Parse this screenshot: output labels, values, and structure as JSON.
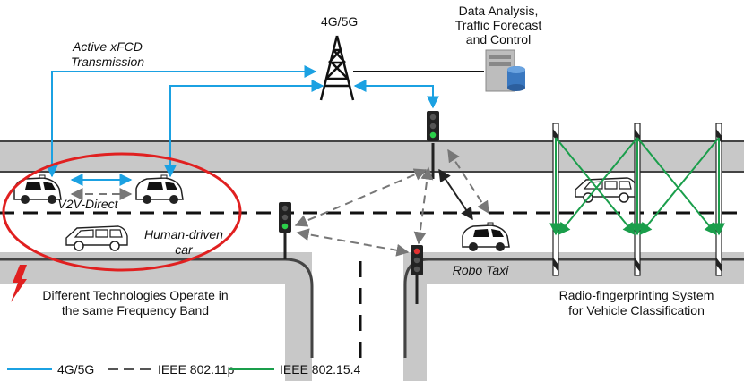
{
  "labels": {
    "tower": "4G/5G",
    "datacenter": "Data Analysis,\nTraffic Forecast\nand Control",
    "xfcd_line1": "Active xFCD",
    "xfcd_line2": "Transmission",
    "v2v": "V2V-Direct",
    "human_line1": "Human-driven",
    "human_line2": "car",
    "robotaxi": "Robo Taxi",
    "interference_line1": "Different Technologies Operate in",
    "interference_line2": "the same Frequency Band",
    "fingerprint_line1": "Radio-fingerprinting System",
    "fingerprint_line2": "for Vehicle Classification"
  },
  "legend": [
    {
      "label": "4G/5G",
      "color": "#1ba1e2",
      "style": "solid"
    },
    {
      "label": "IEEE 802.11p",
      "color": "#555555",
      "style": "dashed"
    },
    {
      "label": "IEEE 802.15.4",
      "color": "#1a9e4b",
      "style": "solid"
    }
  ],
  "colors": {
    "lte": "#1ba1e2",
    "wifi": "#666666",
    "zigbee": "#1a9e4b",
    "road": "#c8c8c8",
    "highlight": "#e02020"
  },
  "icons": [
    "cell-tower-icon",
    "server-icon",
    "traffic-light-icon",
    "car-icon",
    "lightning-icon"
  ]
}
